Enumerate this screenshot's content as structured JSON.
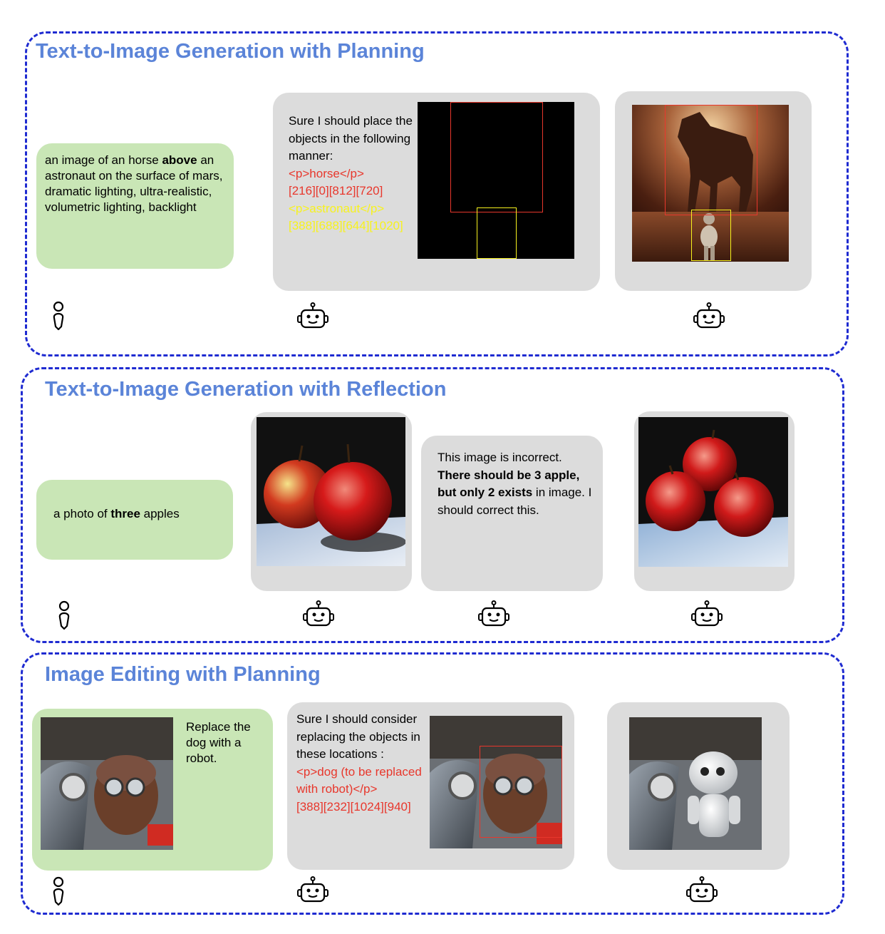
{
  "sections": [
    {
      "title": "Text-to-Image Generation with Planning",
      "user_prompt": {
        "pre": "an image of an horse ",
        "bold": "above",
        "post": " an astronaut on the surface of mars, dramatic lighting, ultra-realistic, volumetric lighting, backlight"
      },
      "plan": {
        "intro": "Sure I should place the objects in the following manner:",
        "obj1_tag": "<p>horse</p>",
        "obj1_coords": "[216][0][812][720]",
        "obj2_tag": "<p>astronaut</p>",
        "obj2_coords": "[388][688][644][1020]"
      }
    },
    {
      "title": "Text-to-Image Generation with Reflection",
      "user_prompt": {
        "pre": "a photo of ",
        "bold": "three",
        "post": " apples"
      },
      "reflection": {
        "pre": "This image is incorrect. ",
        "bold": "There should be 3 apple, but only 2 exists",
        "post": " in image. I should correct this."
      }
    },
    {
      "title": "Image Editing with Planning",
      "user_prompt": "Replace the dog with a robot.",
      "plan": {
        "intro": "Sure I should consider replacing the objects in these locations :",
        "obj_tag": "<p>dog (to be replaced with robot)</p>",
        "obj_coords": "[388][232][1024][940]"
      }
    }
  ],
  "icons": {
    "user": "person-icon",
    "assistant": "robot-icon"
  },
  "colors": {
    "title": "#5b84d8",
    "dashed_border": "#1f2bd1",
    "user_bubble": "#c9e6b6",
    "assistant_bubble": "#dcdcdc",
    "box_red": "#e8372c",
    "box_yellow": "#f7f21e"
  }
}
